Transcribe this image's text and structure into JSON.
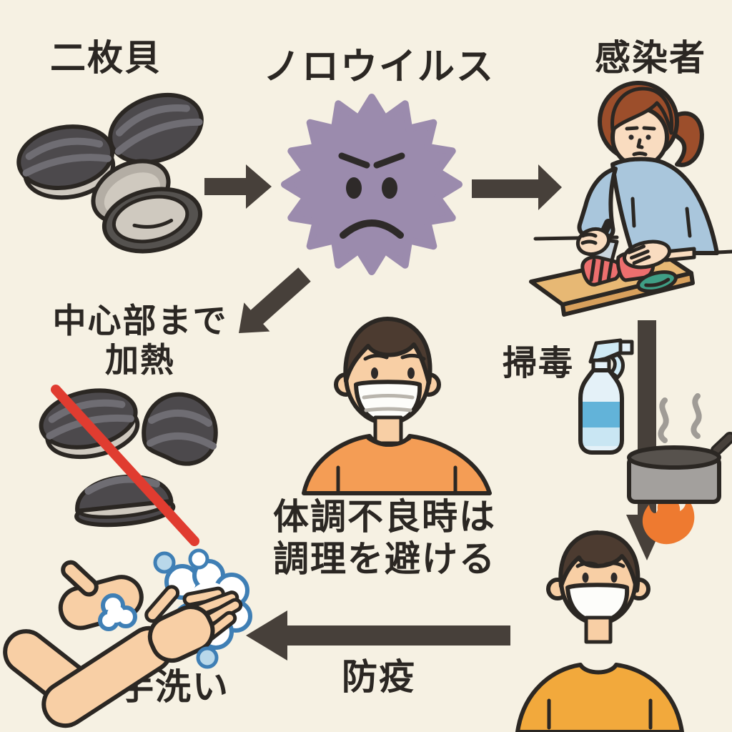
{
  "title": "ノロウイルス",
  "labels": {
    "bivalves": "二枚貝",
    "virus_title": "ノロウイルス",
    "infected_person": "感染者",
    "heat_line1": "中心部まで",
    "heat_line2": "加熱",
    "disinfect": "掃毒",
    "sick_line1": "体調不良時は",
    "sick_line2": "調理を避ける",
    "prevention": "防疫",
    "handwash": "手洗い"
  },
  "illustrations": [
    "clams-illustration",
    "norovirus-character",
    "infected-cook-illustration",
    "crossed-clams-illustration",
    "spray-bottle-icon",
    "boiling-pot-icon",
    "masked-man-illustration",
    "masked-person-illustration",
    "washing-hands-illustration"
  ],
  "flow_arrows": [
    "clams-to-virus",
    "virus-to-infected",
    "virus-to-heating",
    "infected-to-masked-person",
    "masked-person-to-handwash"
  ],
  "colors": {
    "background": "#f6f1e3",
    "text": "#2b2723",
    "ink": "#2b2723",
    "arrow": "#47403a",
    "accent_red": "#e03c30",
    "virus": "#9b8bad",
    "virus_face": "#2e2a29",
    "clam_dark": "#4c494c",
    "clam_mid": "#b3ada4",
    "clam_light": "#cfc9bf",
    "clam_rim": "#55524f",
    "clam_stripe": "#6f6d73",
    "skin": "#f8cfa5",
    "skin_light": "#f9dcc0",
    "hair_brown": "#9c4e2b",
    "hair_dark": "#4c3b30",
    "sweater": "#a9c6dc",
    "board": "#e7b874",
    "board_side": "#d8a05c",
    "fish": "#ed6f6e",
    "fish_light": "#f5a79e",
    "garnish": "#3f9e85",
    "mask": "#fdfdfa",
    "mask_fold": "#b9b5ad",
    "shirt_orange": "#f49d55",
    "shirt_yellow": "#f2a93c",
    "spray_body": "#e4f1f8",
    "spray_band": "#62b3d9",
    "spray_lower": "#c9e6f3",
    "spray_trigger": "#cfe9f4",
    "pot": "#a3a09d",
    "pot_rim": "#57524d",
    "flame": "#ee7a30",
    "steam": "#a09c96",
    "foam_stroke": "#3f7fb5",
    "bubble": "#b9d8ea",
    "knife": "#c9d5dd"
  }
}
